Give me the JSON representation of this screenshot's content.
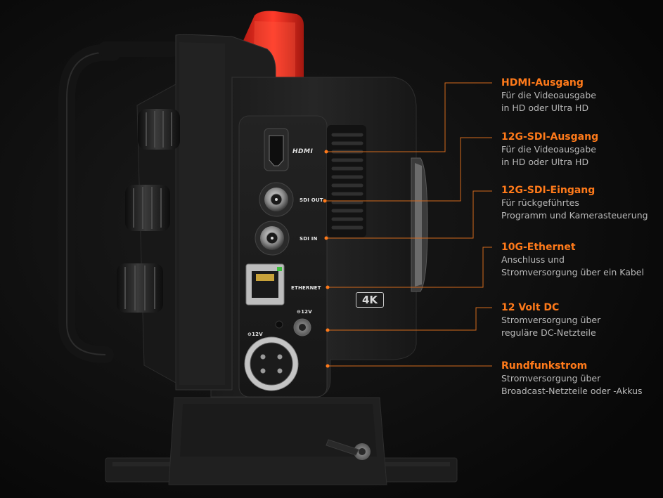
{
  "camera": {
    "hdmi_logo": "HDMI",
    "sdi_out_label": "SDI OUT",
    "sdi_in_label": "SDI IN",
    "ethernet_label": "ETHERNET",
    "dc_label": "⊖12V",
    "xlr_label": "⊖12V",
    "badge": "4K"
  },
  "colors": {
    "accent": "#ff7a1a",
    "background": "#0b0b0b",
    "handle_red": "#e8271c"
  },
  "callouts": [
    {
      "title": "HDMI-Ausgang",
      "lines": [
        "Für die Videoausgabe",
        "in HD oder Ultra HD"
      ]
    },
    {
      "title": "12G-SDI-Ausgang",
      "lines": [
        "Für die Videoausgabe",
        "in HD oder Ultra HD"
      ]
    },
    {
      "title": "12G-SDI-Eingang",
      "lines": [
        "Für rückgeführtes",
        "Programm und Kamerasteuerung"
      ]
    },
    {
      "title": "10G-Ethernet",
      "lines": [
        "Anschluss und",
        "Stromversorgung über ein Kabel"
      ]
    },
    {
      "title": "12 Volt DC",
      "lines": [
        "Stromversorgung über",
        "reguläre DC-Netzteile"
      ]
    },
    {
      "title": "Rundfunkstrom",
      "lines": [
        "Stromversorgung über",
        "Broadcast-Netzteile oder -Akkus"
      ]
    }
  ]
}
